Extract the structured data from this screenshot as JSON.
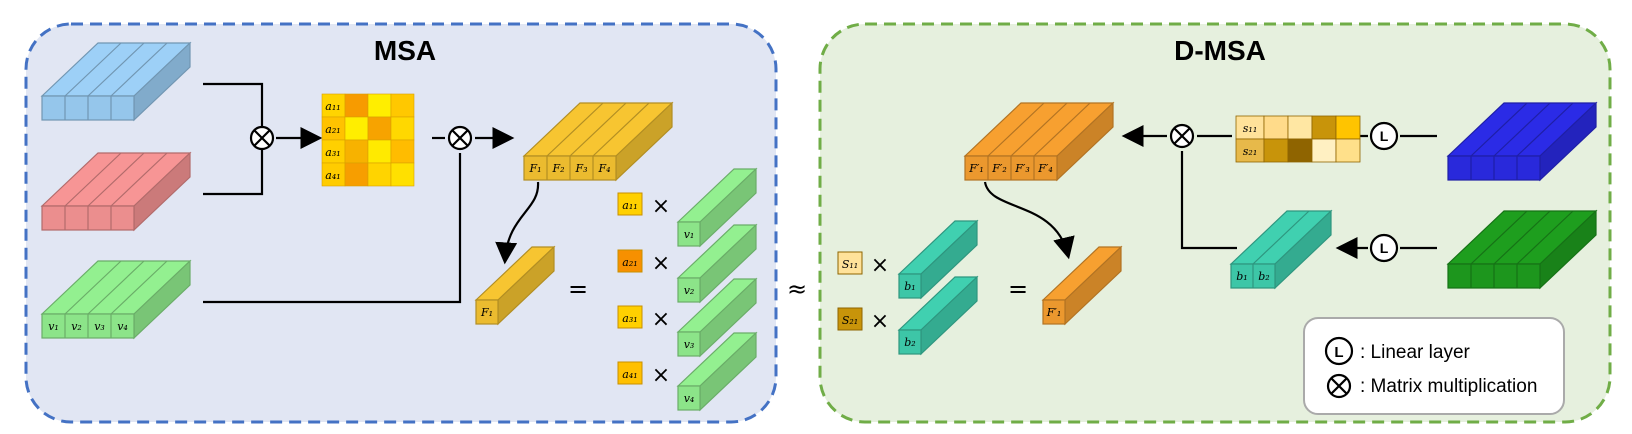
{
  "msa": {
    "title": "MSA",
    "v_labels": [
      "v₁",
      "v₂",
      "v₃",
      "v₄"
    ],
    "attention_labels": [
      "a₁₁",
      "a₂₁",
      "a₃₁",
      "a₄₁"
    ],
    "f_labels": [
      "F₁",
      "F₂",
      "F₃",
      "F₄"
    ],
    "f_single": "F₁",
    "coeff_labels": [
      "a₁₁",
      "a₂₁",
      "a₃₁",
      "a₄₁"
    ],
    "value_labels": [
      "v₁",
      "v₂",
      "v₃",
      "v₄"
    ],
    "times": "×",
    "equals": "="
  },
  "approx": "≈",
  "dmsa": {
    "title": "D-MSA",
    "s_matrix_labels": [
      "s₁₁",
      "s₂₁"
    ],
    "fprime_labels": [
      "F′₁",
      "F′₂",
      "F′₃",
      "F′₄"
    ],
    "b_labels": [
      "b₁",
      "b₂"
    ],
    "coeff_labels": [
      "S₁₁",
      "S₂₁"
    ],
    "basis_labels": [
      "b₁",
      "b₂"
    ],
    "fprime_single": "F′₁",
    "linear_symbol": "L",
    "times": "×",
    "equals": "="
  },
  "legend": {
    "linear_label": ": Linear layer",
    "matmul_label": ": Matrix multiplication",
    "linear_symbol": "L"
  },
  "colors": {
    "msa_bg": "#e1e6f3",
    "msa_border": "#4472c4",
    "dmsa_bg": "#e6f0de",
    "dmsa_border": "#70ad47",
    "blue_light": "#9dd0f7",
    "red_light": "#f79595",
    "green_light": "#93f090",
    "yellow": "#f7c531",
    "orange": "#f7a030",
    "teal": "#40d0b0",
    "blue_dark": "#2b2be6",
    "green_dark": "#1e9e1e"
  }
}
